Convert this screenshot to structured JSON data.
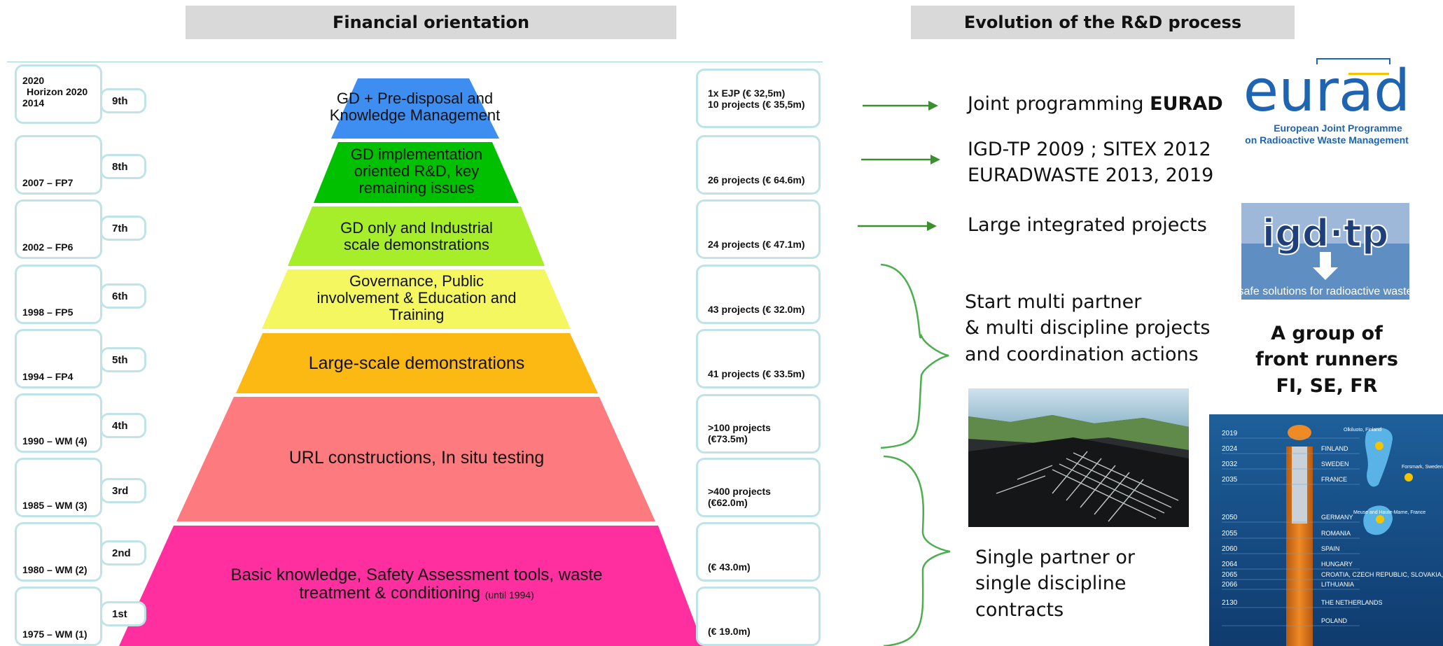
{
  "headers": {
    "left": "Financial orientation",
    "right": "Evolution of the R&D process"
  },
  "periods": [
    {
      "year_line1": "2020",
      "year_line2": "Horizon 2020",
      "year_line3": "2014",
      "fp": "9th",
      "projects_line1": "1x EJP (€ 32,5m)",
      "projects_line2": "10 projects (€ 35,5m)",
      "level_line1": "GD + Pre-disposal and",
      "level_line2": "Knowledge Management",
      "level_color": "#3d8ef0"
    },
    {
      "year": "2007 – FP7",
      "fp": "8th",
      "projects": "26 projects (€ 64.6m)",
      "level_line1": "GD implementation",
      "level_line2": "oriented R&D, key",
      "level_line3": "remaining issues",
      "level_color": "#00c000"
    },
    {
      "year": "2002 – FP6",
      "fp": "7th",
      "projects": "24 projects (€ 47.1m)",
      "level_line1": "GD only and Industrial",
      "level_line2": "scale demonstrations",
      "level_color": "#a6ed2a"
    },
    {
      "year": "1998 – FP5",
      "fp": "6th",
      "projects": "43 projects (€ 32.0m)",
      "level_line1": "Governance, Public",
      "level_line2": "involvement & Education and",
      "level_line3": "Training",
      "level_color": "#f4f760"
    },
    {
      "year": "1994 – FP4",
      "fp": "5th",
      "projects": "41 projects (€ 33.5m)",
      "level_line1": "Large-scale demonstrations",
      "level_color": "#fdb913"
    },
    {
      "year": "1990 – WM (4)",
      "fp": "4th",
      "projects": ">100 projects (€73.5m)",
      "level_line1": "URL constructions, In situ testing",
      "level_color": "#fd7b7f"
    },
    {
      "year": "1985 – WM (3)",
      "fp": "3rd",
      "projects": ">400 projects (€62.0m)",
      "level_color": "#fd7b7f"
    },
    {
      "year": "1980 – WM (2)",
      "fp": "2nd",
      "projects": "(€ 43.0m)",
      "level_line1": "Basic knowledge, Safety Assessment tools, waste",
      "level_line2": "treatment & conditioning",
      "level_note": "(until 1994)",
      "level_color": "#ff2fa0"
    },
    {
      "year": "1975 – WM (1)",
      "fp": "1st",
      "projects": "(€ 19.0m)",
      "level_color": "#ff2fa0"
    }
  ],
  "evolution": {
    "eurad_prefix": "Joint programming ",
    "eurad_bold": "EURAD",
    "igd_line1": "IGD-TP 2009 ; SITEX 2012",
    "igd_line2": "EURADWASTE 2013, 2019",
    "large": "Large integrated projects",
    "multi_line1": "Start multi partner",
    "multi_line2": "& multi discipline projects",
    "multi_line3": "and  coordination actions",
    "single_line1": "Single partner or",
    "single_line2": "single discipline",
    "single_line3": "contracts"
  },
  "logos": {
    "eurad_word": "eurad",
    "eurad_sub1": "European Joint Programme",
    "eurad_sub2": "on Radioactive Waste Management",
    "igd_word": "igd·tp",
    "igd_tagline": "safe solutions for radioactive waste"
  },
  "group": {
    "line1": "A group of",
    "line2": "front runners",
    "line3": "FI, SE, FR"
  },
  "map": {
    "timeline": [
      {
        "year": "2019",
        "country": ""
      },
      {
        "year": "2024",
        "country": "FINLAND"
      },
      {
        "year": "2032",
        "country": "SWEDEN"
      },
      {
        "year": "2035",
        "country": "FRANCE"
      },
      {
        "year": "2050",
        "country": "GERMANY"
      },
      {
        "year": "2055",
        "country": "ROMANIA"
      },
      {
        "year": "2060",
        "country": "SPAIN"
      },
      {
        "year": "2064",
        "country": "HUNGARY"
      },
      {
        "year": "2065",
        "country": "CROATIA, CZECH REPUBLIC, SLOVAKIA,"
      },
      {
        "year": "2066",
        "country": "LITHUANIA"
      },
      {
        "year": "2130",
        "country": "THE NETHERLANDS"
      },
      {
        "year": "",
        "country": "POLAND"
      }
    ],
    "place_fi": "Olkiluoto, Finland",
    "place_se": "Forsmark, Sweden",
    "place_fr": "Meuse and Haute-Marne, France"
  },
  "colors": {
    "header_bg": "#d9d9d9",
    "box_border": "#bfe3e6",
    "arrow": "#3a8f2e",
    "brace": "#4caf4f",
    "eurad_blue": "#1f64b0",
    "eurad_yellow": "#f2c500",
    "igd_blue": "#5f8fc2"
  }
}
